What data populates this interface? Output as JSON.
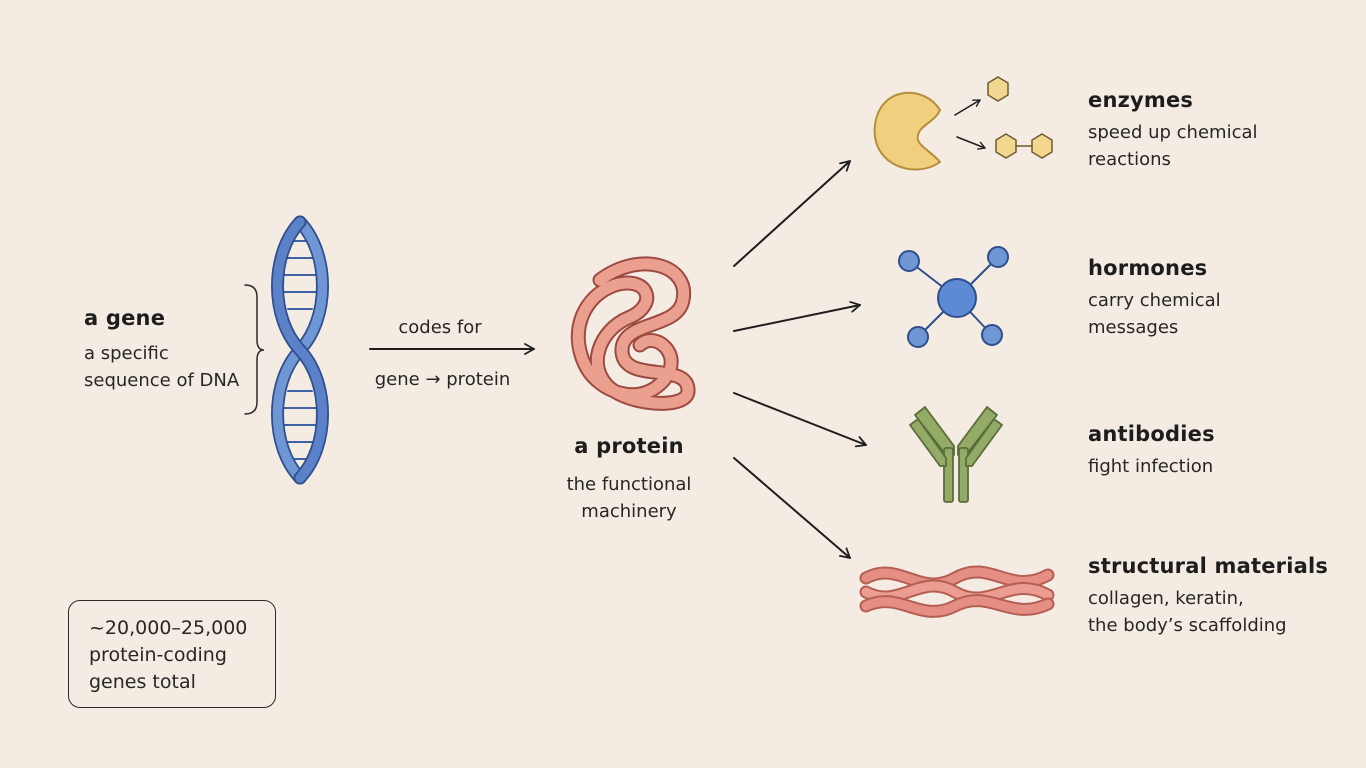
{
  "gene": {
    "title": "a gene",
    "desc_line1": "a specific",
    "desc_line2": "sequence of DNA"
  },
  "link": {
    "label_top": "codes for",
    "label_bottom": "gene → protein"
  },
  "protein": {
    "title": "a protein",
    "desc_line1": "the functional",
    "desc_line2": "machinery"
  },
  "roles": [
    {
      "title": "enzymes",
      "desc_line1": "speed up chemical",
      "desc_line2": "reactions"
    },
    {
      "title": "hormones",
      "desc_line1": "carry chemical",
      "desc_line2": "messages"
    },
    {
      "title": "antibodies",
      "desc_line1": "fight infection",
      "desc_line2": ""
    },
    {
      "title": "structural materials",
      "desc_line1": "collagen, keratin,",
      "desc_line2": "the body’s scaffolding"
    }
  ],
  "count_box": {
    "line1": "~20,000–25,000",
    "line2": "protein-coding",
    "line3": "genes total"
  },
  "colors": {
    "background": "#f4ece3",
    "dna": "#5b82c8",
    "protein": "#e8907f",
    "enzyme": "#f0cf7e",
    "hormone": "#5d8ad4",
    "antibody": "#8aa05f",
    "fiber": "#e58f84"
  },
  "icons": [
    "dna-helix-icon",
    "protein-fold-icon",
    "enzyme-icon",
    "hormone-molecule-icon",
    "antibody-icon",
    "collagen-fiber-icon"
  ]
}
